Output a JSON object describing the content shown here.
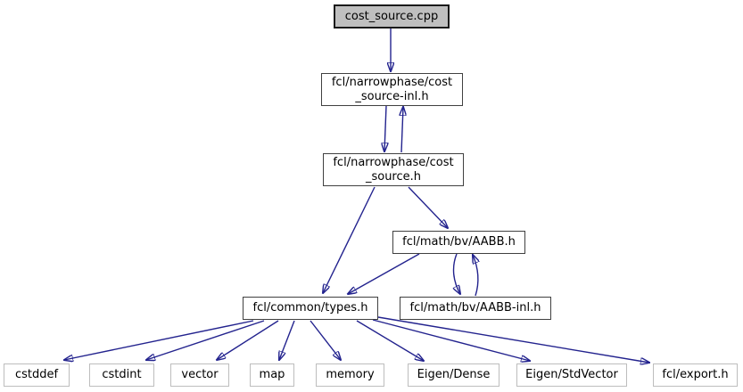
{
  "graph": {
    "type": "include-dependency-graph",
    "colors": {
      "edge": "#23238e",
      "node_border": "#404040",
      "leaf_border": "#bdbdbd",
      "current_node_fill": "#bfbfbf",
      "background": "#ffffff",
      "text": "#000000"
    },
    "nodes": {
      "cost_source_cpp": {
        "label": "cost_source.cpp"
      },
      "cost_source_inl_h": {
        "label": "fcl/narrowphase/cost\n_source-inl.h"
      },
      "cost_source_h": {
        "label": "fcl/narrowphase/cost\n_source.h"
      },
      "aabb_h": {
        "label": "fcl/math/bv/AABB.h"
      },
      "types_h": {
        "label": "fcl/common/types.h"
      },
      "aabb_inl_h": {
        "label": "fcl/math/bv/AABB-inl.h"
      },
      "cstddef": {
        "label": "cstddef"
      },
      "cstdint": {
        "label": "cstdint"
      },
      "vector": {
        "label": "vector"
      },
      "map": {
        "label": "map"
      },
      "memory": {
        "label": "memory"
      },
      "eigen_dense": {
        "label": "Eigen/Dense"
      },
      "eigen_stdvector": {
        "label": "Eigen/StdVector"
      },
      "fcl_export_h": {
        "label": "fcl/export.h"
      }
    },
    "edges": [
      {
        "from": "cost_source.cpp",
        "to": "fcl/narrowphase/cost_source-inl.h"
      },
      {
        "from": "fcl/narrowphase/cost_source-inl.h",
        "to": "fcl/narrowphase/cost_source.h"
      },
      {
        "from": "fcl/narrowphase/cost_source.h",
        "to": "fcl/narrowphase/cost_source-inl.h"
      },
      {
        "from": "fcl/narrowphase/cost_source.h",
        "to": "fcl/common/types.h"
      },
      {
        "from": "fcl/narrowphase/cost_source.h",
        "to": "fcl/math/bv/AABB.h"
      },
      {
        "from": "fcl/math/bv/AABB.h",
        "to": "fcl/common/types.h"
      },
      {
        "from": "fcl/math/bv/AABB.h",
        "to": "fcl/math/bv/AABB-inl.h"
      },
      {
        "from": "fcl/math/bv/AABB-inl.h",
        "to": "fcl/math/bv/AABB.h"
      },
      {
        "from": "fcl/common/types.h",
        "to": "cstddef"
      },
      {
        "from": "fcl/common/types.h",
        "to": "cstdint"
      },
      {
        "from": "fcl/common/types.h",
        "to": "vector"
      },
      {
        "from": "fcl/common/types.h",
        "to": "map"
      },
      {
        "from": "fcl/common/types.h",
        "to": "memory"
      },
      {
        "from": "fcl/common/types.h",
        "to": "Eigen/Dense"
      },
      {
        "from": "fcl/common/types.h",
        "to": "Eigen/StdVector"
      },
      {
        "from": "fcl/common/types.h",
        "to": "fcl/export.h"
      }
    ]
  }
}
